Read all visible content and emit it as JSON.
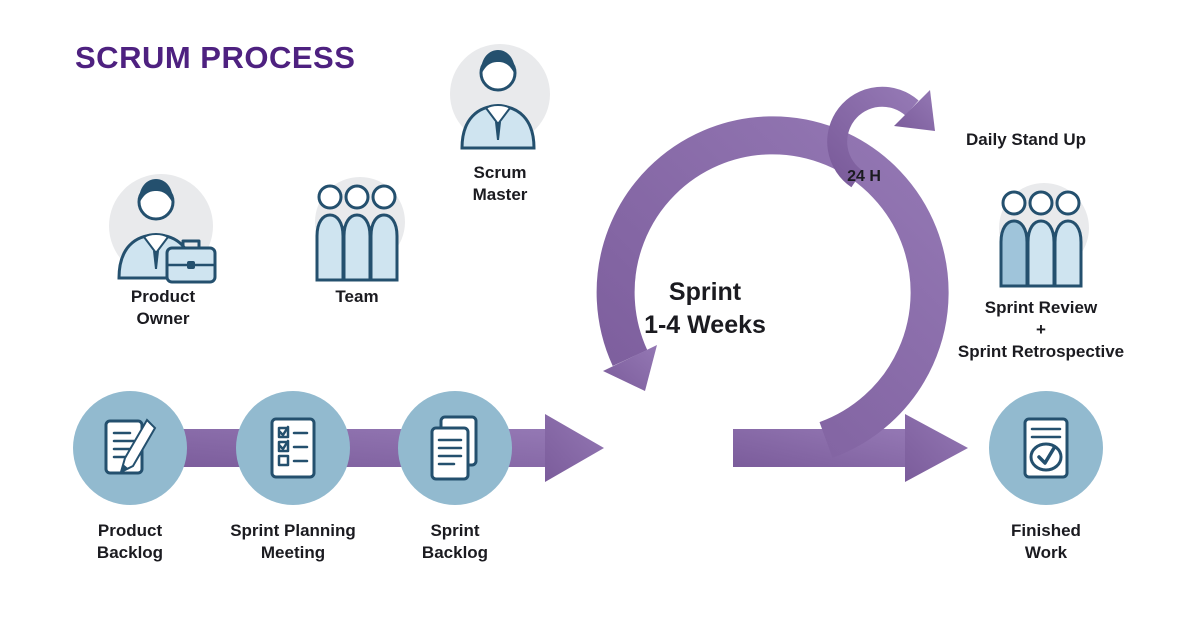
{
  "title": "SCRUM PROCESS",
  "actors": {
    "product_owner": {
      "line1": "Product",
      "line2": "Owner"
    },
    "team": {
      "label": "Team"
    },
    "scrum_master": {
      "line1": "Scrum",
      "line2": "Master"
    }
  },
  "sprint": {
    "line1": "Sprint",
    "line2": "1-4 Weeks",
    "daily_cycle": "24 H",
    "daily_standup": "Daily Stand Up",
    "review_line1": "Sprint Review",
    "review_line2": "+",
    "review_line3": "Sprint Retrospective"
  },
  "flow": {
    "product_backlog": {
      "line1": "Product",
      "line2": "Backlog"
    },
    "sprint_planning": {
      "line1": "Sprint Planning",
      "line2": "Meeting"
    },
    "sprint_backlog": {
      "line1": "Sprint",
      "line2": "Backlog"
    },
    "finished_work": {
      "line1": "Finished",
      "line2": "Work"
    }
  },
  "colors": {
    "title_purple": "#4e2180",
    "arrow_purple": "#7b5c9b",
    "arrow_purple_light": "#9478b4",
    "circle_blue": "#92bacf",
    "icon_navy": "#24506e",
    "icon_light_blue": "#cfe4f0",
    "person_bg_gray": "#e9eaec",
    "ink": "#1b1b20",
    "background": "#ffffff"
  }
}
